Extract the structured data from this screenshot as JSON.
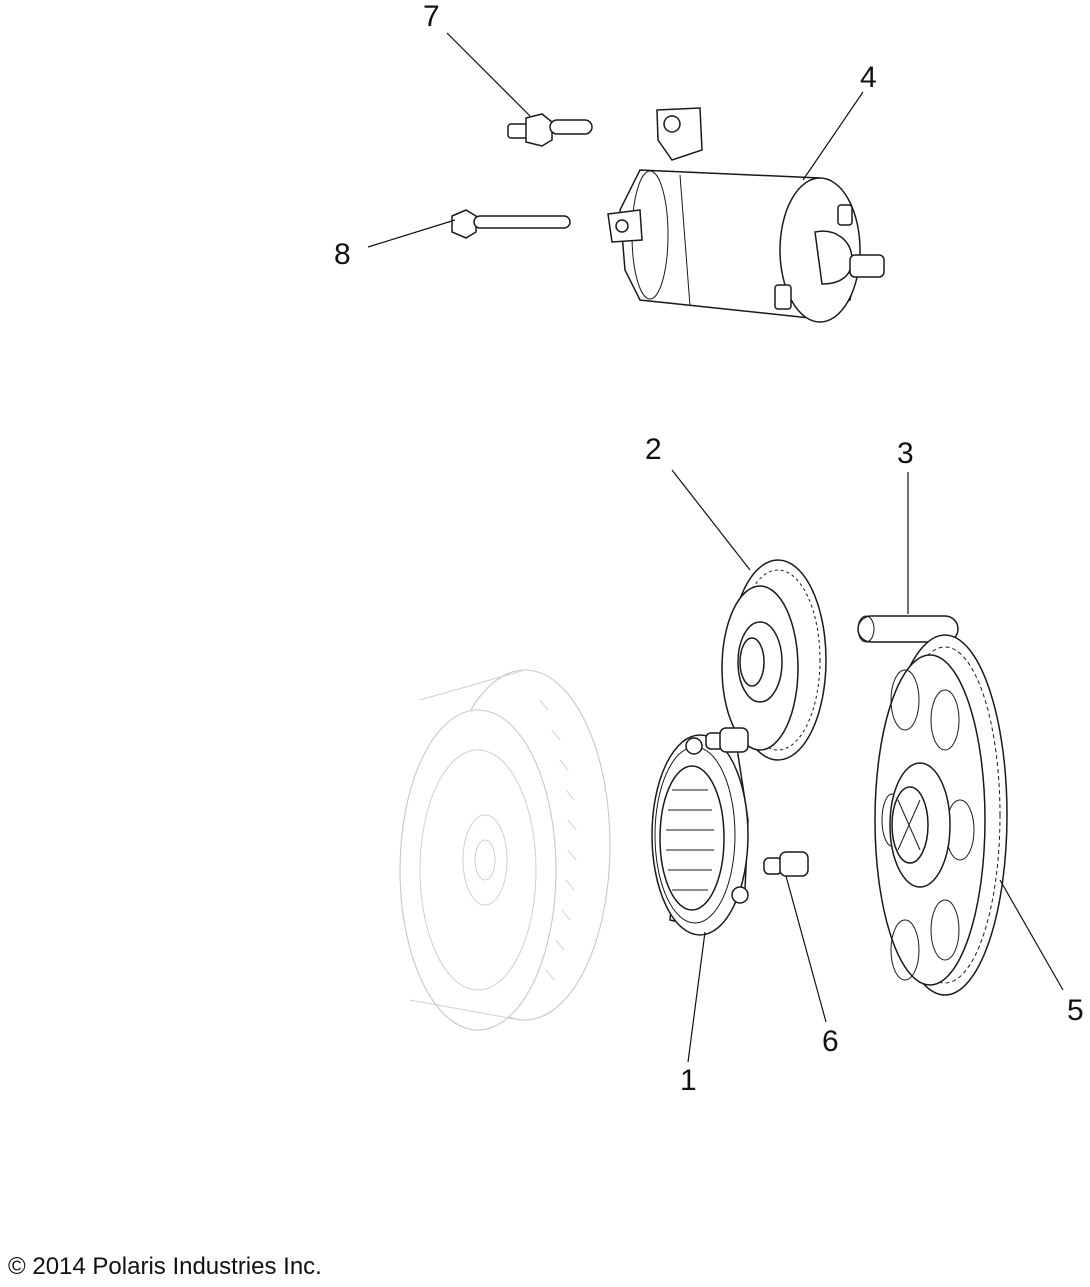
{
  "callouts": [
    {
      "number": "1",
      "part": "starter-clutch"
    },
    {
      "number": "2",
      "part": "idler-gear"
    },
    {
      "number": "3",
      "part": "shaft-pin"
    },
    {
      "number": "4",
      "part": "starter-motor"
    },
    {
      "number": "5",
      "part": "driven-gear"
    },
    {
      "number": "6",
      "part": "screw"
    },
    {
      "number": "7",
      "part": "stud-bolt"
    },
    {
      "number": "8",
      "part": "flange-bolt"
    }
  ],
  "copyright": "© 2014 Polaris Industries Inc."
}
